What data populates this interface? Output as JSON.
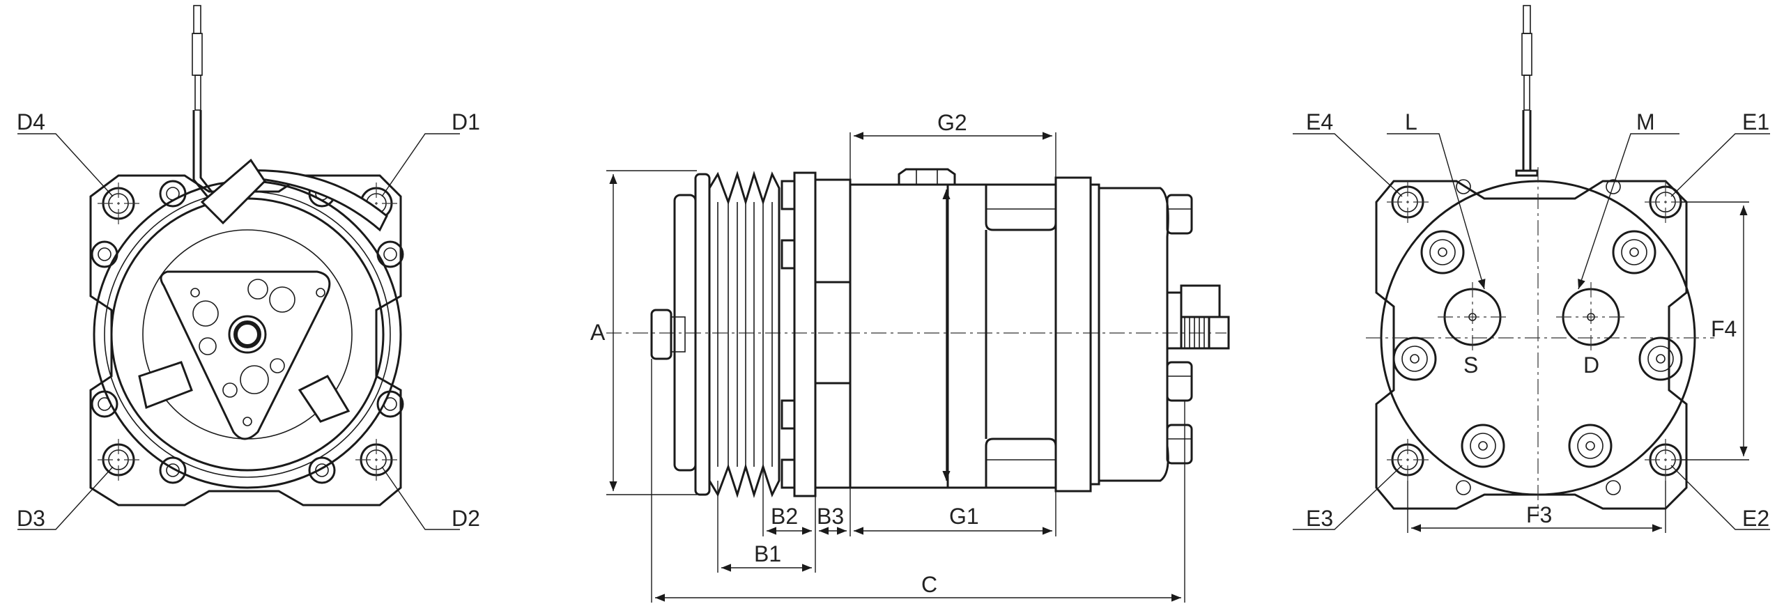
{
  "labels": {
    "left_view": {
      "d1": "D1",
      "d2": "D2",
      "d3": "D3",
      "d4": "D4"
    },
    "side_view": {
      "a": "A",
      "b1": "B1",
      "b2": "B2",
      "b3": "B3",
      "c": "C",
      "g1": "G1",
      "g2": "G2"
    },
    "right_view": {
      "e1": "E1",
      "e2": "E2",
      "e3": "E3",
      "e4": "E4",
      "f3": "F3",
      "f4": "F4",
      "l": "L",
      "m": "M",
      "s": "S",
      "d": "D"
    }
  },
  "colors": {
    "line": "#1a1a1a",
    "background": "#ffffff"
  }
}
